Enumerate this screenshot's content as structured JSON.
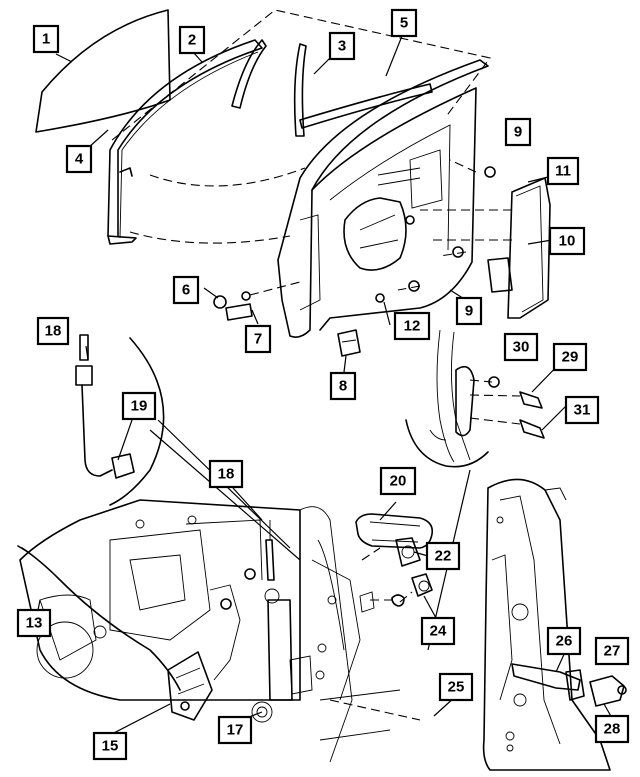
{
  "callouts": [
    {
      "id": "c1",
      "label": "1"
    },
    {
      "id": "c2",
      "label": "2"
    },
    {
      "id": "c3",
      "label": "3"
    },
    {
      "id": "c4",
      "label": "4"
    },
    {
      "id": "c5",
      "label": "5"
    },
    {
      "id": "c6",
      "label": "6"
    },
    {
      "id": "c7",
      "label": "7"
    },
    {
      "id": "c8",
      "label": "8"
    },
    {
      "id": "c9a",
      "label": "9"
    },
    {
      "id": "c9b",
      "label": "9"
    },
    {
      "id": "c10",
      "label": "10"
    },
    {
      "id": "c11",
      "label": "11"
    },
    {
      "id": "c12",
      "label": "12"
    },
    {
      "id": "c13",
      "label": "13"
    },
    {
      "id": "c15",
      "label": "15"
    },
    {
      "id": "c17",
      "label": "17"
    },
    {
      "id": "c18a",
      "label": "18"
    },
    {
      "id": "c18b",
      "label": "18"
    },
    {
      "id": "c19",
      "label": "19"
    },
    {
      "id": "c20",
      "label": "20"
    },
    {
      "id": "c22",
      "label": "22"
    },
    {
      "id": "c24",
      "label": "24"
    },
    {
      "id": "c25",
      "label": "25"
    },
    {
      "id": "c26",
      "label": "26"
    },
    {
      "id": "c27",
      "label": "27"
    },
    {
      "id": "c28",
      "label": "28"
    },
    {
      "id": "c29",
      "label": "29"
    },
    {
      "id": "c30",
      "label": "30"
    },
    {
      "id": "c31",
      "label": "31"
    }
  ]
}
